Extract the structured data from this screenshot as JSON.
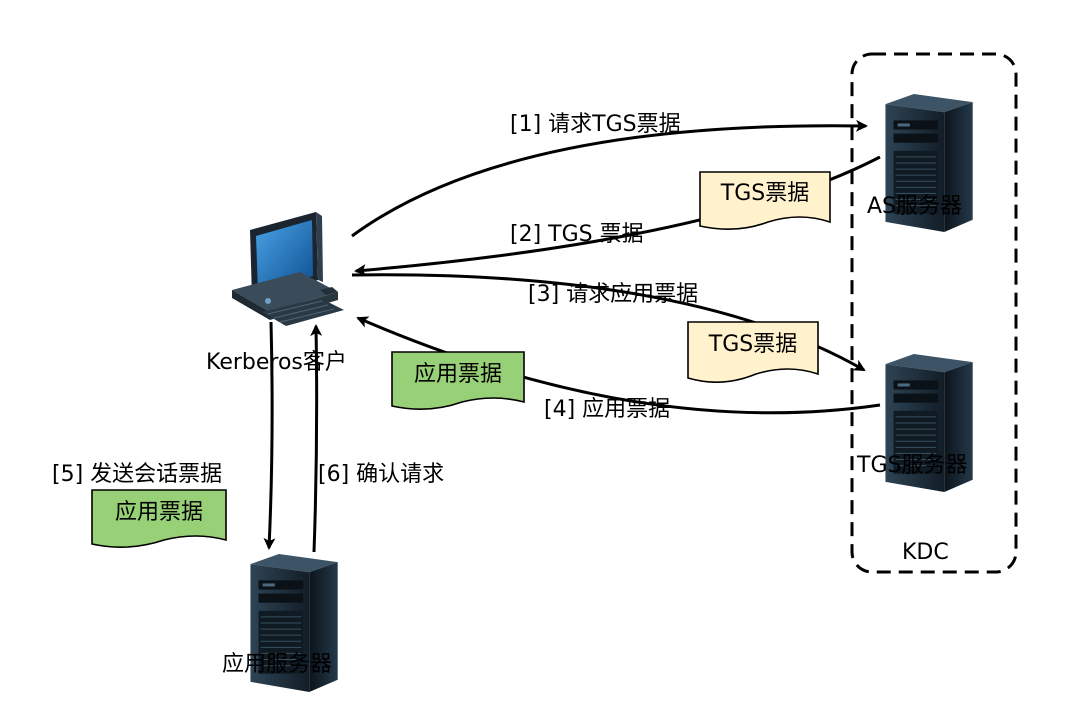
{
  "nodes": {
    "client": "Kerberos客户",
    "as_server": "AS服务器",
    "tgs_server": "TGS服务器",
    "app_server": "应用服务器",
    "kdc": "KDC"
  },
  "messages": {
    "m1": "[1] 请求TGS票据",
    "m2": "[2] TGS 票据",
    "m3": "[3] 请求应用票据",
    "m4": "[4] 应用票据",
    "m5": "[5] 发送会话票据",
    "m6": "[6] 确认请求"
  },
  "tickets": {
    "tgs_ticket_1": "TGS票据",
    "tgs_ticket_2": "TGS票据",
    "app_ticket_1": "应用票据",
    "app_ticket_2": "应用票据"
  },
  "colors": {
    "tgs_ticket_fill": "#FFF2CC",
    "app_ticket_fill": "#97D077",
    "server_body": "#1c2b38",
    "monitor_screen": "#1f6fb5"
  },
  "icons": [
    "desktop-computer-icon",
    "server-tower-icon"
  ]
}
